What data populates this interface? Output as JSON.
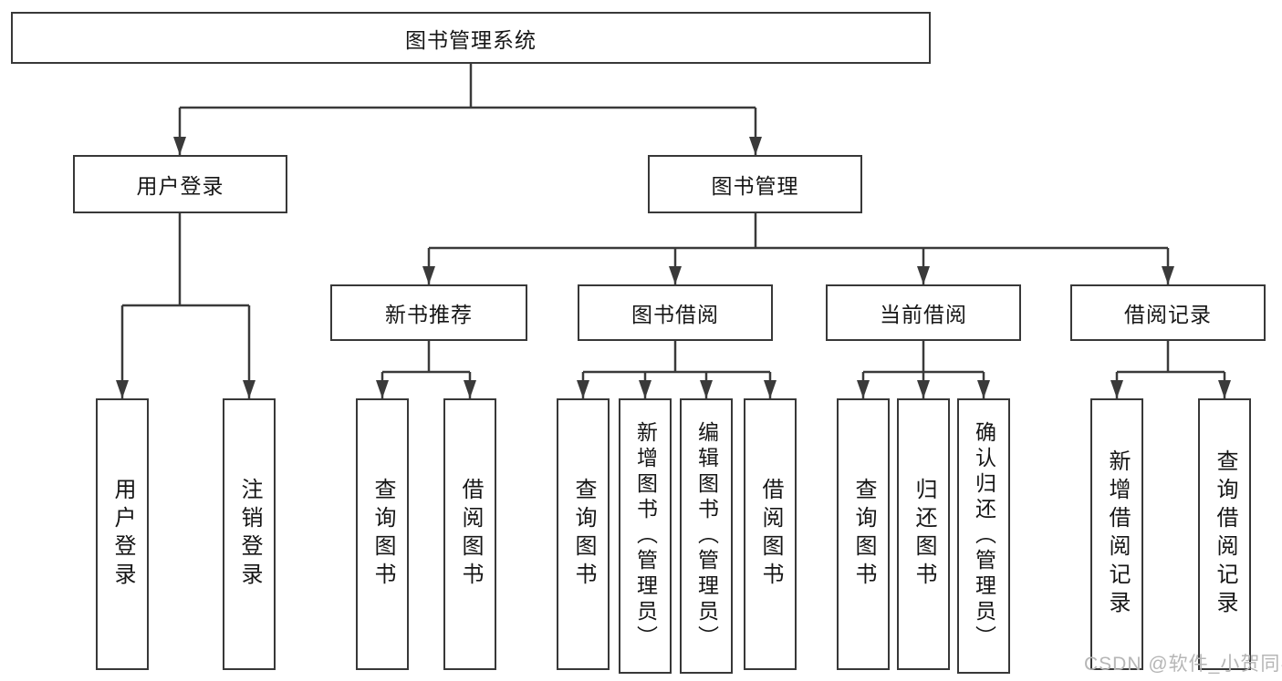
{
  "diagram": {
    "type": "tree",
    "title": "图书管理系统",
    "colors": {
      "background": "#ffffff",
      "box_fill": "#ffffff",
      "box_border": "#383838",
      "line": "#3a3a3a",
      "text": "#161616",
      "watermark": "#b6b6b6"
    },
    "nodes": {
      "root": {
        "label": "图书管理系统"
      },
      "user_login": {
        "label": "用户登录"
      },
      "book_mgmt": {
        "label": "图书管理"
      },
      "new_rec": {
        "label": "新书推荐"
      },
      "borrow": {
        "label": "图书借阅"
      },
      "current": {
        "label": "当前借阅"
      },
      "records": {
        "label": "借阅记录"
      },
      "lf_user_login": {
        "label": "用户登录"
      },
      "lf_logout": {
        "label": "注销登录"
      },
      "lf_query_1": {
        "label": "查询图书"
      },
      "lf_borrow_1": {
        "label": "借阅图书"
      },
      "lf_query_2": {
        "label": "查询图书"
      },
      "lf_add_book": {
        "label": "新增图书（管理员）"
      },
      "lf_edit_book": {
        "label": "编辑图书（管理员）"
      },
      "lf_borrow_2": {
        "label": "借阅图书"
      },
      "lf_query_3": {
        "label": "查询图书"
      },
      "lf_return": {
        "label": "归还图书"
      },
      "lf_confirm_return": {
        "label": "确认归还（管理员）"
      },
      "lf_add_record": {
        "label": "新增借阅记录"
      },
      "lf_query_record": {
        "label": "查询借阅记录"
      }
    },
    "edges": [
      [
        "root",
        "user_login"
      ],
      [
        "root",
        "book_mgmt"
      ],
      [
        "user_login",
        "lf_user_login"
      ],
      [
        "user_login",
        "lf_logout"
      ],
      [
        "book_mgmt",
        "new_rec"
      ],
      [
        "book_mgmt",
        "borrow"
      ],
      [
        "book_mgmt",
        "current"
      ],
      [
        "book_mgmt",
        "records"
      ],
      [
        "new_rec",
        "lf_query_1"
      ],
      [
        "new_rec",
        "lf_borrow_1"
      ],
      [
        "borrow",
        "lf_query_2"
      ],
      [
        "borrow",
        "lf_add_book"
      ],
      [
        "borrow",
        "lf_edit_book"
      ],
      [
        "borrow",
        "lf_borrow_2"
      ],
      [
        "current",
        "lf_query_3"
      ],
      [
        "current",
        "lf_return"
      ],
      [
        "current",
        "lf_confirm_return"
      ],
      [
        "records",
        "lf_add_record"
      ],
      [
        "records",
        "lf_query_record"
      ]
    ],
    "watermark": "CSDN @软件_小贺同学"
  }
}
